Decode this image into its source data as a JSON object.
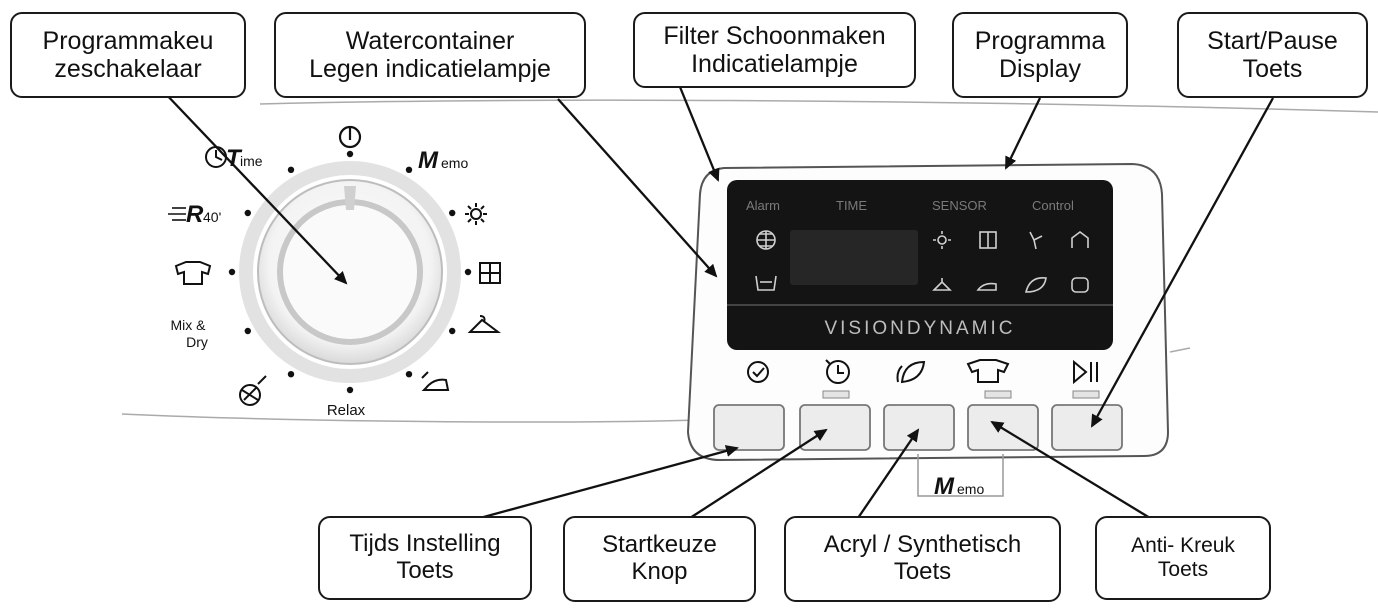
{
  "callouts": {
    "program_selector": {
      "line1": "Programmakeu",
      "line2": "zeschakelaar"
    },
    "water_container": {
      "line1": "Watercontainer",
      "line2": "Legen indicatielampje"
    },
    "filter_clean": {
      "line1": "Filter Schoonmaken",
      "line2": "Indicatielampje"
    },
    "program_display": {
      "line1": "Programma",
      "line2": "Display"
    },
    "start_pause": {
      "line1": "Start/Pause",
      "line2": "Toets"
    },
    "time_setting": {
      "line1": "Tijds Instelling",
      "line2": "Toets"
    },
    "delay_start": {
      "line1": "Startkeuze",
      "line2": "Knop"
    },
    "acrylic": {
      "line1": "Acryl / Synthetisch",
      "line2": "Toets"
    },
    "anti_crease": {
      "line1": "Anti- Kreuk",
      "line2": "Toets"
    }
  },
  "dial": {
    "off_symbol": "power-symbol",
    "labels": {
      "time_T": "T",
      "time_rest": "ime",
      "memo_M": "M",
      "memo_rest": "emo",
      "r40": "R",
      "r40_suffix": "40'",
      "mix_line1": "Mix &",
      "mix_line2": "Dry",
      "relax": "Relax"
    }
  },
  "display": {
    "alarm": "Alarm",
    "time": "TIME",
    "sensor": "SENSOR",
    "control": "Control",
    "brand": "VISIONDYNAMIC",
    "background_color": "#141414"
  },
  "memo_bracket": {
    "M": "M",
    "rest": "emo"
  }
}
